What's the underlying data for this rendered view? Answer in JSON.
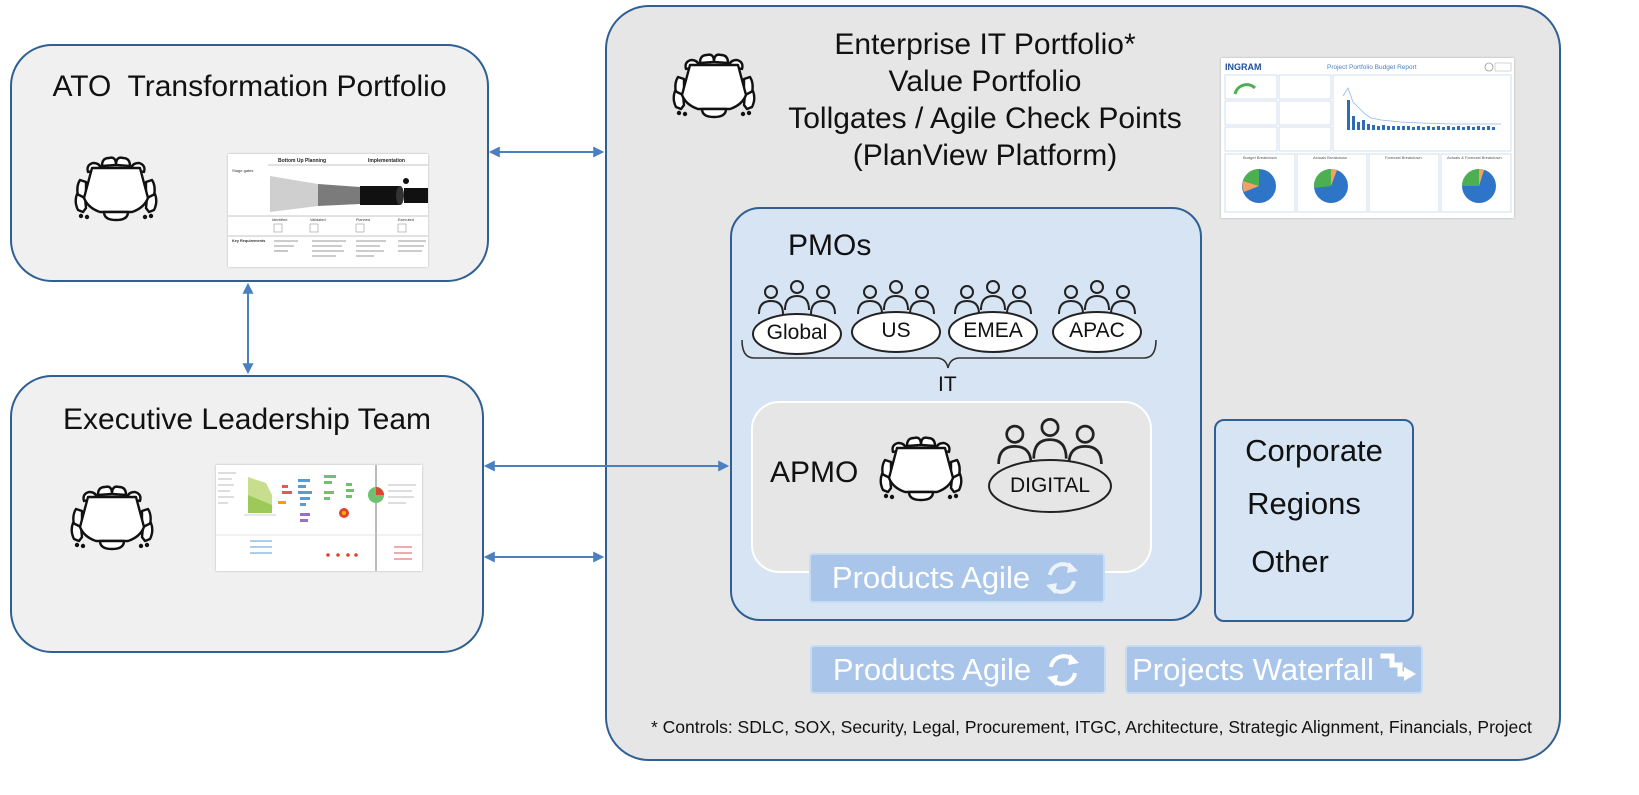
{
  "ato": {
    "title": "ATO  Transformation Portfolio",
    "thumb": {
      "head1": "Bottom Up Planning",
      "head2": "Implementation",
      "stage": "Stage gates",
      "key_req": "Key Requirements",
      "cols": [
        "Identified",
        "Validated",
        "Planned",
        "Executed"
      ]
    }
  },
  "elt": {
    "title": "Executive Leadership Team"
  },
  "enterprise": {
    "title_lines": [
      "Enterprise IT Portfolio*",
      "Value Portfolio",
      "Tollgates / Agile Check Points",
      "(PlanView Platform)"
    ],
    "report": {
      "logo": "INGRAM",
      "title": "Project Portfolio Budget Report",
      "panels": [
        "Budget Breakdown",
        "Actuals Breakdown",
        "Forecast Breakdown",
        "Actuals & Forecast Breakdown"
      ]
    },
    "footnote": "* Controls: SDLC, SOX, Security, Legal, Procurement, ITGC, Architecture, Strategic Alignment, Financials, Project"
  },
  "pmos": {
    "title": "PMOs",
    "groups": [
      "Global",
      "US",
      "EMEA",
      "APAC"
    ],
    "brace_label": "IT"
  },
  "apmo": {
    "title": "APMO",
    "digital": "DIGITAL",
    "agile_pill": "Products Agile"
  },
  "side": {
    "items": [
      "Corporate",
      "Regions",
      "Other"
    ]
  },
  "bottom": {
    "agile": "Products Agile",
    "waterfall": "Projects Waterfall"
  },
  "colors": {
    "border": "#2f5f93",
    "arrow": "#4a7fc0",
    "grey_fill": "#f0f0f0",
    "outer_fill": "#e6e6e6",
    "blue_fill": "#d6e4f4",
    "pill_fill": "#a9c6ea"
  },
  "icons": [
    "conference-table-icon",
    "people-group-icon",
    "refresh-cycle-icon",
    "waterfall-steps-icon"
  ]
}
